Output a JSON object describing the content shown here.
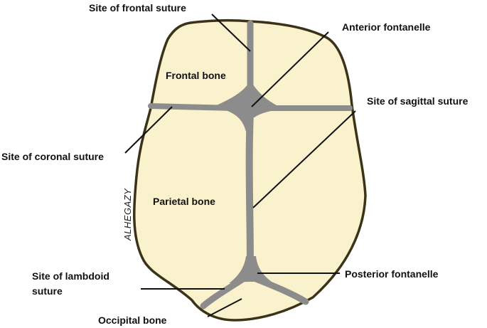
{
  "colors": {
    "bone_fill": "#faf2cc",
    "outline": "#3a3318",
    "suture": "#8c8c8c",
    "background": "#ffffff"
  },
  "labels": {
    "frontal_suture": "Site of frontal suture",
    "anterior_fontanelle": "Anterior fontanelle",
    "sagittal_suture": "Site of sagittal suture",
    "coronal_suture": "Site of coronal suture",
    "lambdoid_suture_line1": "Site of lambdoid",
    "lambdoid_suture_line2": "suture",
    "posterior_fontanelle": "Posterior fontanelle",
    "occipital_bone": "Occipital bone"
  },
  "bones": {
    "frontal": "Frontal bone",
    "parietal": "Parietal bone"
  },
  "signature": "ALHEGAZY"
}
